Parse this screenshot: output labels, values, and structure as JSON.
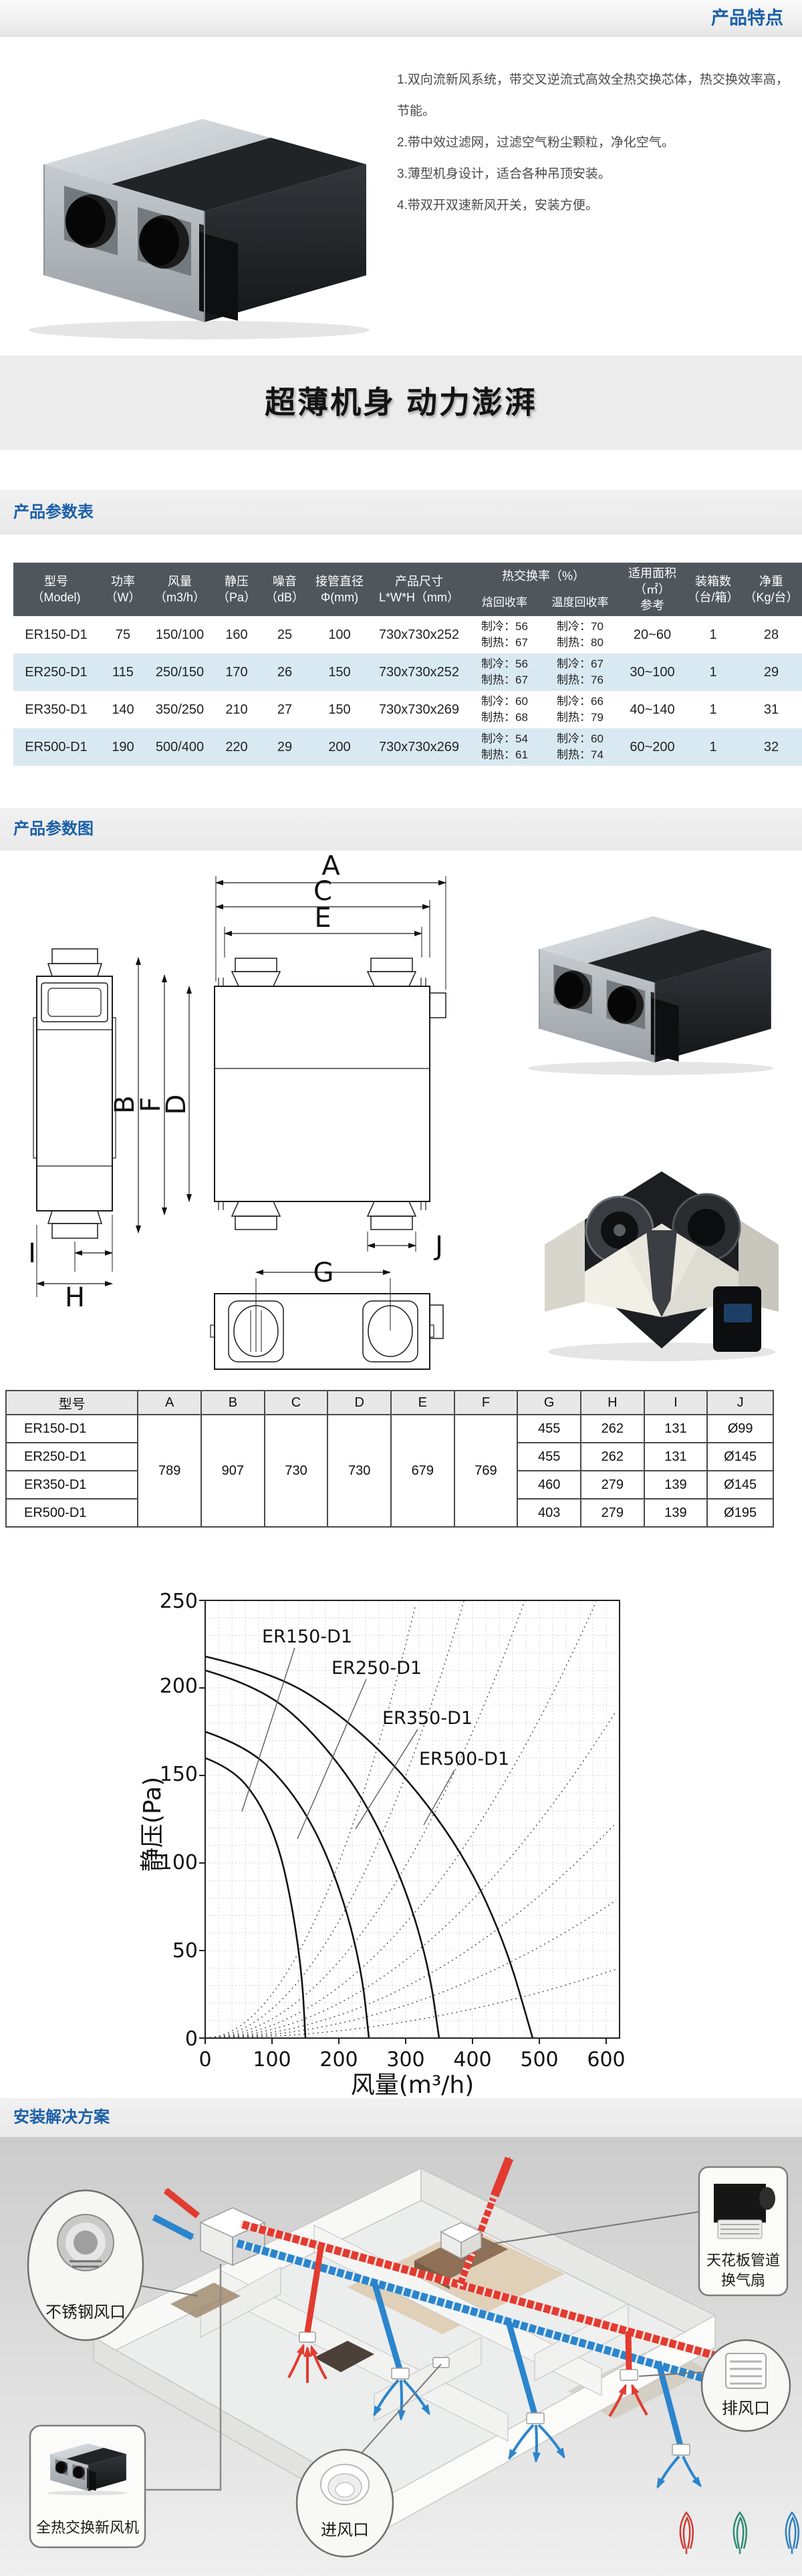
{
  "colors": {
    "accent_blue": "#1a5fa8",
    "table_header_bg": "#4f575d",
    "row_alt": "#d9e9f2",
    "supply_blue": "#2b85cd",
    "exhaust_red": "#e23b30",
    "banner_bg": "#ececec"
  },
  "top_bar": {
    "title": "产品特点"
  },
  "features": {
    "items": [
      "1.双向流新风系统，带交叉逆流式高效全热交换芯体，热交换效率高，节能。",
      "2.带中效过滤网，过滤空气粉尘颗粒，净化空气。",
      "3.薄型机身设计，适合各种吊顶安装。",
      "4.带双开双速新风开关，安装方便。"
    ]
  },
  "banner": {
    "title": "超薄机身 动力澎湃"
  },
  "section_headers": {
    "spec": "产品参数表",
    "diagram": "产品参数图",
    "install": "安装解决方案"
  },
  "spec_table": {
    "header": {
      "model": [
        "型号",
        "（Model)"
      ],
      "power": [
        "功率",
        "（W）"
      ],
      "airflow": [
        "风量",
        "（m3/h）"
      ],
      "static_pressure": [
        "静压",
        "（Pa）"
      ],
      "noise": [
        "噪音",
        "（dB）"
      ],
      "duct": [
        "接管直径",
        "Φ(mm)"
      ],
      "size": [
        "产品尺寸",
        "L*W*H（mm）"
      ],
      "heat_exchange": "热交换率（%）",
      "enthalpy": "焓回收率",
      "temperature": "温度回收率",
      "area": [
        "适用面积",
        "（㎡）",
        "参考"
      ],
      "packing": [
        "装箱数",
        "（台/箱）"
      ],
      "weight": [
        "净重",
        "（Kg/台）"
      ]
    },
    "rows": [
      {
        "model": "ER150-D1",
        "power": "75",
        "airflow": "150/100",
        "sp": "160",
        "noise": "25",
        "duct": "100",
        "size": "730x730x252",
        "enthalpy_cool": "制冷：56",
        "enthalpy_heat": "制热：67",
        "temp_cool": "制冷：70",
        "temp_heat": "制热：80",
        "area": "20~60",
        "packing": "1",
        "weight": "28"
      },
      {
        "model": "ER250-D1",
        "power": "115",
        "airflow": "250/150",
        "sp": "170",
        "noise": "26",
        "duct": "150",
        "size": "730x730x252",
        "enthalpy_cool": "制冷：56",
        "enthalpy_heat": "制热：67",
        "temp_cool": "制冷：67",
        "temp_heat": "制热：76",
        "area": "30~100",
        "packing": "1",
        "weight": "29"
      },
      {
        "model": "ER350-D1",
        "power": "140",
        "airflow": "350/250",
        "sp": "210",
        "noise": "27",
        "duct": "150",
        "size": "730x730x269",
        "enthalpy_cool": "制冷：60",
        "enthalpy_heat": "制热：68",
        "temp_cool": "制冷：66",
        "temp_heat": "制热：79",
        "area": "40~140",
        "packing": "1",
        "weight": "31"
      },
      {
        "model": "ER500-D1",
        "power": "190",
        "airflow": "500/400",
        "sp": "220",
        "noise": "29",
        "duct": "200",
        "size": "730x730x269",
        "enthalpy_cool": "制冷：54",
        "enthalpy_heat": "制热：61",
        "temp_cool": "制冷：60",
        "temp_heat": "制热：74",
        "area": "60~200",
        "packing": "1",
        "weight": "32"
      }
    ]
  },
  "dim_table": {
    "columns": [
      "型号",
      "A",
      "B",
      "C",
      "D",
      "E",
      "F",
      "G",
      "H",
      "I",
      "J"
    ],
    "shared": {
      "A": "789",
      "B": "907",
      "C": "730",
      "D": "730",
      "E": "679",
      "F": "769"
    },
    "rows": [
      {
        "model": "ER150-D1",
        "G": "455",
        "H": "262",
        "I": "131",
        "J": "Ø99"
      },
      {
        "model": "ER250-D1",
        "G": "455",
        "H": "262",
        "I": "131",
        "J": "Ø145"
      },
      {
        "model": "ER350-D1",
        "G": "460",
        "H": "279",
        "I": "139",
        "J": "Ø145"
      },
      {
        "model": "ER500-D1",
        "G": "403",
        "H": "279",
        "I": "139",
        "J": "Ø195"
      }
    ]
  },
  "diagram": {
    "labels": [
      "A",
      "B",
      "C",
      "D",
      "E",
      "F",
      "G",
      "H",
      "I",
      "J"
    ]
  },
  "chart_data": {
    "type": "line",
    "xlabel": "风量(m³/h)",
    "ylabel": "静压(Pa)",
    "xlim": [
      0,
      620
    ],
    "ylim": [
      0,
      250
    ],
    "x_ticks": [
      0,
      100,
      200,
      300,
      400,
      500,
      600
    ],
    "y_ticks": [
      0,
      50,
      100,
      150,
      200,
      250
    ],
    "grid": "dotted minor grid, 20 m3/h × 10 Pa",
    "legend_position": "labels with leader lines inside plot",
    "series": [
      {
        "name": "ER150-D1",
        "line": "solid",
        "points": [
          [
            0,
            160
          ],
          [
            40,
            154
          ],
          [
            80,
            136
          ],
          [
            110,
            110
          ],
          [
            130,
            76
          ],
          [
            145,
            36
          ],
          [
            150,
            0
          ]
        ]
      },
      {
        "name": "ER250-D1",
        "line": "solid",
        "points": [
          [
            0,
            175
          ],
          [
            60,
            167
          ],
          [
            120,
            146
          ],
          [
            170,
            116
          ],
          [
            210,
            76
          ],
          [
            235,
            36
          ],
          [
            245,
            0
          ]
        ]
      },
      {
        "name": "ER350-D1",
        "line": "solid",
        "points": [
          [
            0,
            210
          ],
          [
            80,
            201
          ],
          [
            160,
            176
          ],
          [
            240,
            136
          ],
          [
            300,
            86
          ],
          [
            335,
            40
          ],
          [
            350,
            0
          ]
        ]
      },
      {
        "name": "ER500-D1",
        "line": "solid",
        "points": [
          [
            0,
            218
          ],
          [
            100,
            209
          ],
          [
            200,
            186
          ],
          [
            300,
            150
          ],
          [
            390,
            103
          ],
          [
            450,
            53
          ],
          [
            490,
            0
          ]
        ]
      }
    ],
    "system_curves": {
      "line": "dotted",
      "y_at_620": [
        40,
        80,
        125,
        190,
        280,
        420,
        640,
        960
      ]
    }
  },
  "install": {
    "callouts": {
      "stainless_vent": "不锈钢风口",
      "ceiling_fan_line1": "天花板管道",
      "ceiling_fan_line2": "换气扇",
      "erv_unit": "全热交换新风机",
      "air_inlet": "进风口",
      "air_outlet": "排风口"
    },
    "flow_colors": {
      "supply": "#2b85cd",
      "exhaust": "#e23b30",
      "swirl_green": "#2e8b74"
    }
  }
}
